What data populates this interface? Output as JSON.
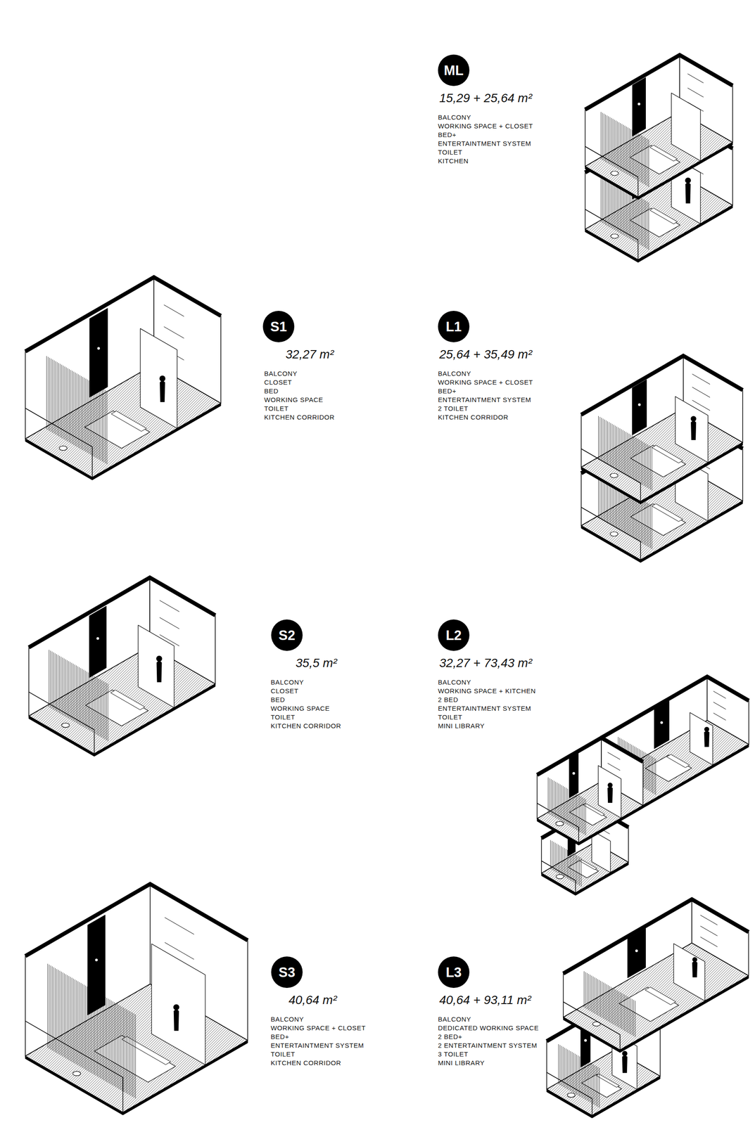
{
  "diagram": {
    "nodes": [
      {
        "text": [
          "ML"
        ]
      },
      {
        "text": [
          "S1"
        ]
      },
      {
        "text": [
          "L1"
        ]
      },
      {
        "text": [
          "S2"
        ]
      },
      {
        "text": [
          "L2"
        ]
      },
      {
        "text": [
          "S3"
        ]
      },
      {
        "text": [
          "L3"
        ]
      }
    ],
    "labels": [
      "15,29 + 25,64 m²",
      "BALCONY",
      "WORKING SPACE + CLOSET",
      "BED+",
      "ENTERTAINTMENT SYSTEM",
      "TOILET",
      "KITCHEN",
      "32,27 m²",
      "BALCONY",
      "CLOSET",
      "BED",
      "WORKING SPACE",
      "TOILET",
      "KITCHEN CORRIDOR",
      "25,64 + 35,49 m²",
      "BALCONY",
      "WORKING SPACE + CLOSET",
      "BED+",
      "ENTERTAINTMENT SYSTEM",
      "2 TOILET",
      "KITCHEN CORRIDOR",
      "35,5 m²",
      "BALCONY",
      "CLOSET",
      "BED",
      "WORKING SPACE",
      "TOILET",
      "KITCHEN CORRIDOR",
      "32,27 + 73,43 m²",
      "BALCONY",
      "WORKING SPACE + KITCHEN",
      "2 BED",
      "ENTERTAINTMENT SYSTEM",
      "TOILET",
      "MINI LIBRARY",
      "40,64 m²",
      "BALCONY",
      "WORKING SPACE + CLOSET",
      "BED+",
      "ENTERTAINTMENT SYSTEM",
      "TOILET",
      "KITCHEN CORRIDOR",
      "40,64 + 93,11 m²",
      "BALCONY",
      "DEDICATED WORKING SPACE",
      "2 BED+",
      "2 ENTERTAINTMENT SYSTEM",
      "3 TOILET",
      "MINI LIBRARY"
    ]
  }
}
